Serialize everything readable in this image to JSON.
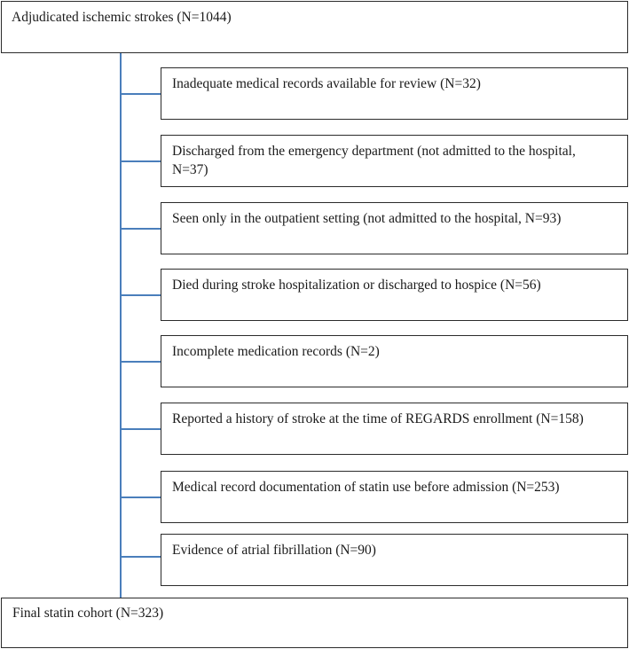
{
  "diagram": {
    "top": "Adjudicated ischemic strokes (N=1044)",
    "exclusions": [
      "Inadequate medical records available for review (N=32)",
      "Discharged from the emergency department (not admitted to the hospital, N=37)",
      "Seen only in the outpatient setting (not admitted to the hospital, N=93)",
      "Died during stroke hospitalization or discharged to hospice (N=56)",
      "Incomplete medication records (N=2)",
      "Reported a history of stroke at the time of REGARDS enrollment (N=158)",
      "Medical record documentation of statin use before admission (N=253)",
      "Evidence of atrial fibrillation (N=90)"
    ],
    "bottom": "Final statin cohort (N=323)",
    "connector_color": "#4a7ebb",
    "border_color": "#2b2b2b"
  }
}
